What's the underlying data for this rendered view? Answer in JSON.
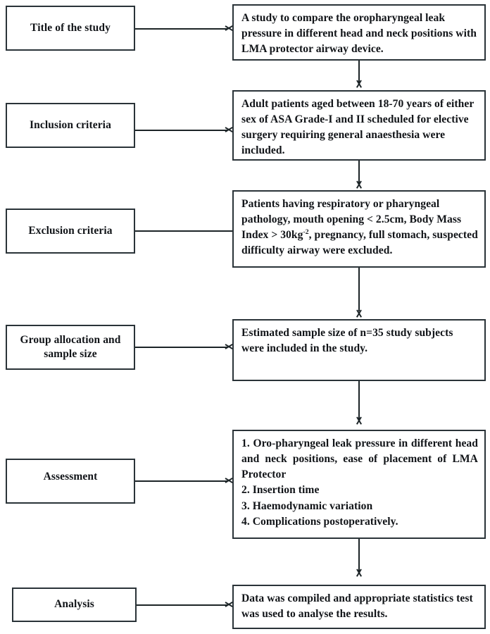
{
  "diagram": {
    "title": "Study methodology flowchart",
    "type": "flowchart",
    "colors": {
      "border": "#2a3338",
      "line": "#1c2427",
      "background": "#ffffff",
      "text": "#111418"
    },
    "stages": [
      {
        "label": "Title of the study",
        "content_lines": [
          "A study to compare the oropharyngeal leak pressure in different head and neck positions with LMA protector airway device."
        ],
        "connector": "arrow"
      },
      {
        "label": "Inclusion criteria",
        "content_lines": [
          "Adult patients aged between 18-70 years of either sex of ASA Grade-I and II scheduled for elective surgery requiring general anaesthesia were included."
        ],
        "connector": "arrow"
      },
      {
        "label": "Exclusion criteria",
        "content_prefix": "Patients having respiratory or pharyngeal pathology, mouth opening < 2.5cm, Body Mass Index > 30kg",
        "content_superscript": "-2",
        "content_suffix": ", pregnancy, full stomach, suspected difficulty airway were excluded.",
        "connector": "line"
      },
      {
        "label": "Group allocation and sample size",
        "content_lines": [
          "Estimated sample size of n=35 study subjects were included in the study."
        ],
        "connector": "arrow"
      },
      {
        "label": "Assessment",
        "content_items": [
          "1. Oro-pharyngeal leak pressure in different head and neck positions, ease of placement of LMA Protector",
          "2. Insertion time",
          "3. Haemodynamic variation",
          "4. Complications postoperatively."
        ],
        "connector": "arrow"
      },
      {
        "label": "Analysis",
        "content_lines": [
          "Data was compiled and appropriate statistics test was used to analyse the results."
        ],
        "connector": "arrow"
      }
    ]
  }
}
